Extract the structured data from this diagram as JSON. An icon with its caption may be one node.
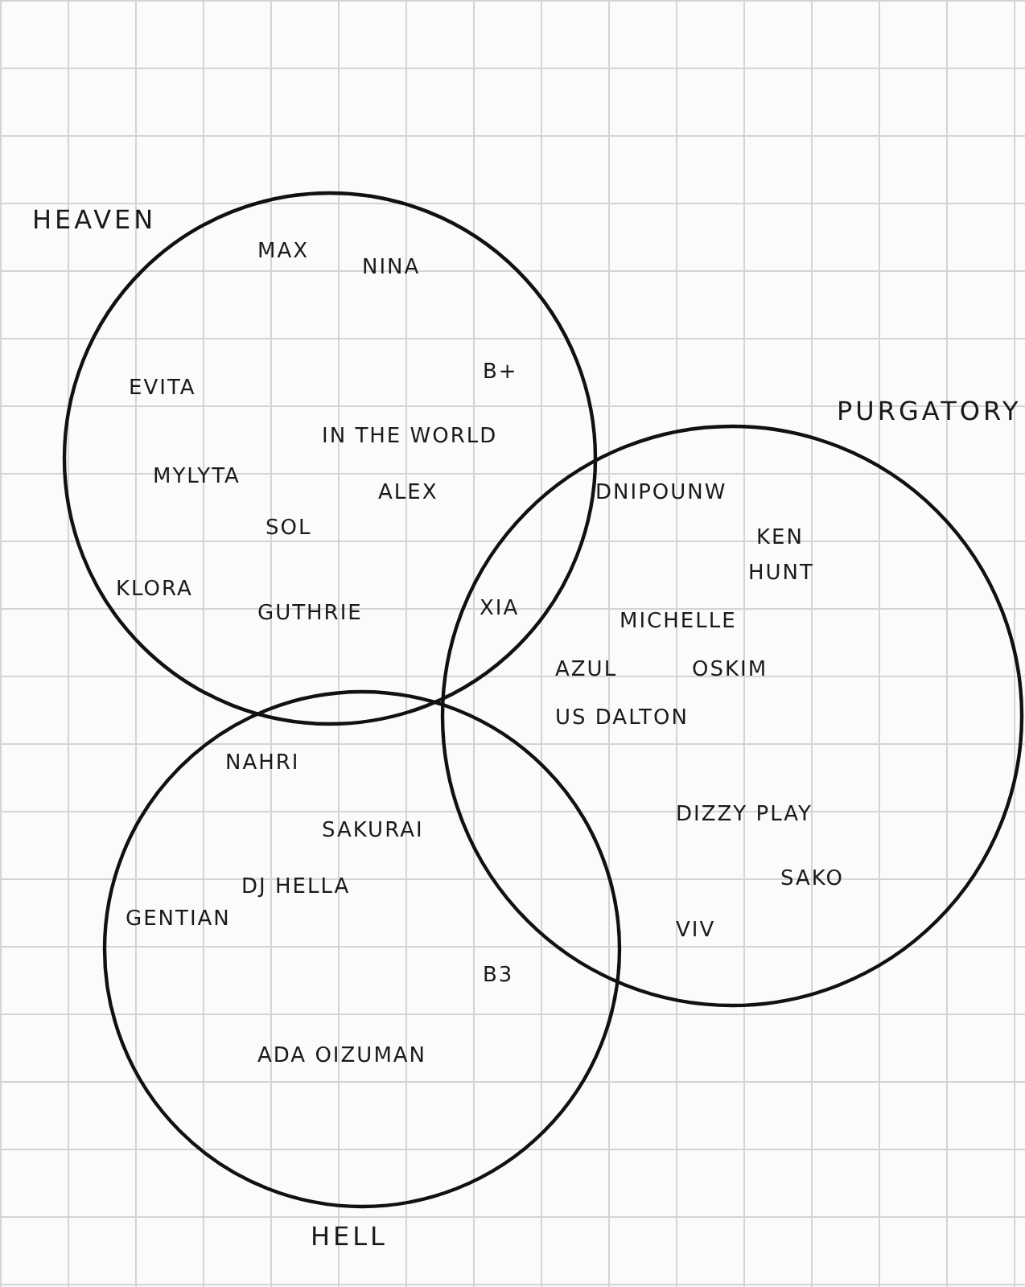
{
  "diagram": {
    "nodes": [
      {
        "text": [
          "HEAVEN"
        ]
      },
      {
        "text": [
          "PURGATORY"
        ]
      },
      {
        "text": [
          "HELL"
        ]
      }
    ],
    "edges": [],
    "labels": [
      "MAX",
      "NINA",
      "B+",
      "EVITA",
      "IN THE WORLD",
      "MYLYTA",
      "ALEX",
      "SOL",
      "KLORA",
      "GUTHRIE",
      "XIA",
      "DNIPOUNW",
      "KEN",
      "HUNT",
      "MICHELLE",
      "AZUL",
      "OSKIM",
      "US DALTON",
      "DIZZY PLAY",
      "SAKO",
      "VIV",
      "NAHRI",
      "SAKURAI",
      "GENTIAN",
      "DJ HELLA",
      "B3",
      "ADA OIZUMAN"
    ]
  }
}
